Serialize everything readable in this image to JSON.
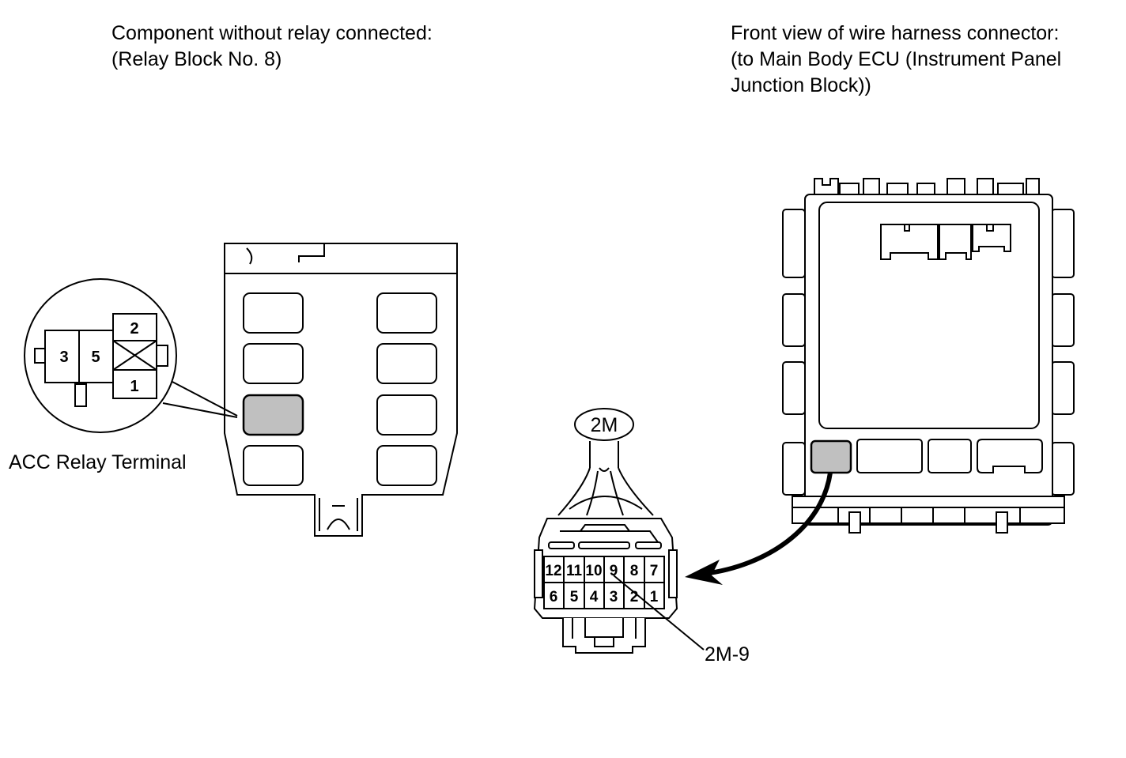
{
  "captions": {
    "left_line1": "Component without relay connected:",
    "left_line2": "(Relay Block No. 8)",
    "right_line1": "Front view of wire harness connector:",
    "right_line2": "(to Main Body ECU (Instrument Panel",
    "right_line3": "Junction Block))"
  },
  "relay_terminal": {
    "label": "ACC Relay Terminal",
    "pins": [
      "3",
      "5",
      "2",
      "1"
    ]
  },
  "harness_connector": {
    "id": "2M",
    "callout": "2M-9",
    "top_row_pins": [
      "12",
      "11",
      "10",
      "9",
      "8",
      "7"
    ],
    "bottom_row_pins": [
      "6",
      "5",
      "4",
      "3",
      "2",
      "1"
    ]
  },
  "colors": {
    "highlight": "#c0c0c0",
    "line": "#000000",
    "background": "#ffffff"
  }
}
